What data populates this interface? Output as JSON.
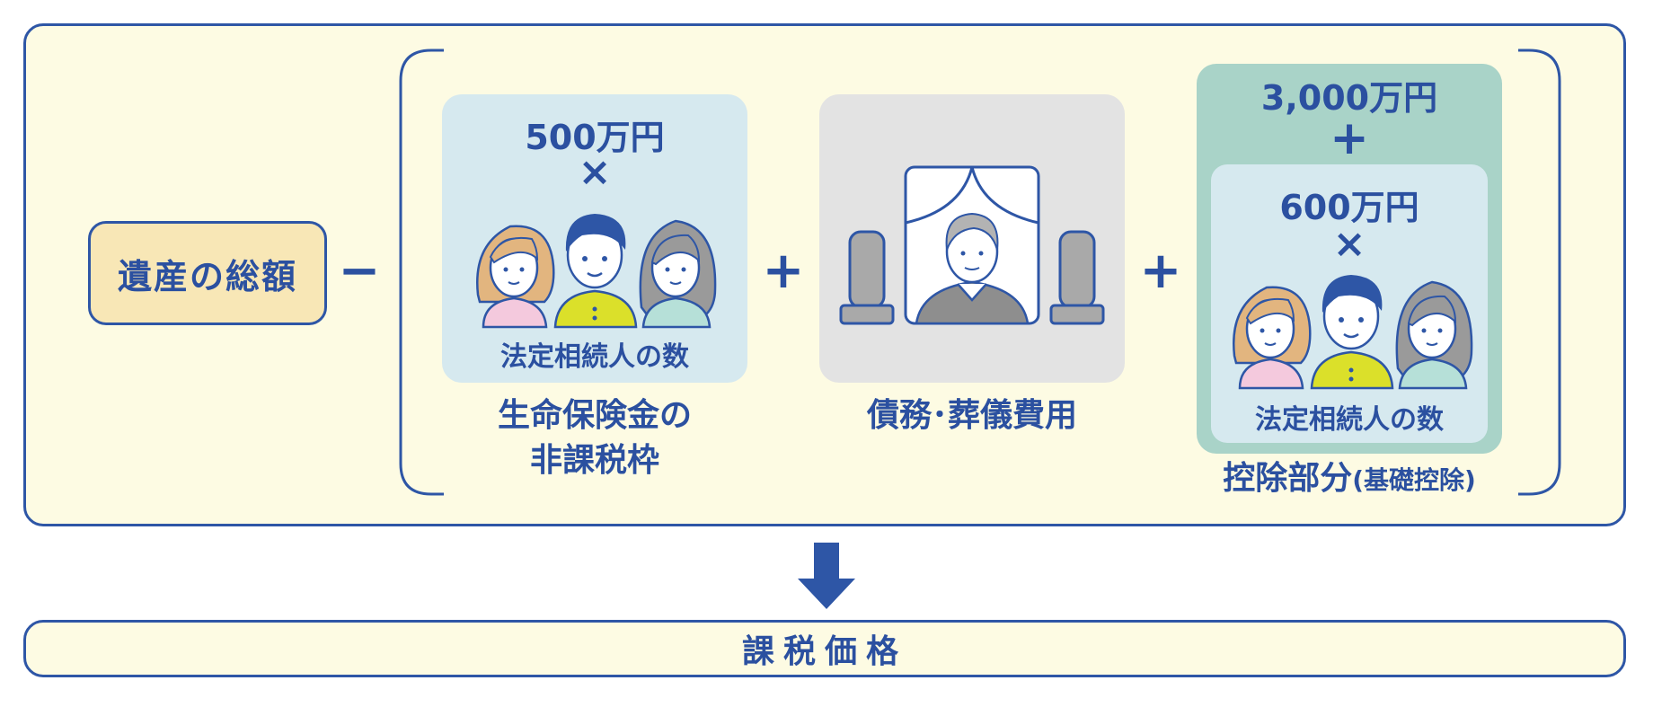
{
  "estate_total": "遺産の総額",
  "operators": {
    "minus": "−",
    "plus": "+",
    "times": "×"
  },
  "insurance": {
    "amount": "500万円",
    "heirs_label": "法定相続人の数",
    "caption_line1": "生命保険金の",
    "caption_line2": "非課税枠"
  },
  "funeral": {
    "caption": "債務･葬儀費用"
  },
  "basic_deduction": {
    "fixed_amount": "3,000万円",
    "per_heir_amount": "600万円",
    "heirs_label": "法定相続人の数",
    "caption_main": "控除部分",
    "caption_sub": "(基礎控除)"
  },
  "result": "課税価格",
  "colors": {
    "primary": "#2e56a6",
    "background": "#fdfbe3",
    "estate_box": "#f8e7b6",
    "insurance_card": "#d6e9ef",
    "funeral_card": "#e3e3e3",
    "basic_card": "#a9d3c8"
  }
}
